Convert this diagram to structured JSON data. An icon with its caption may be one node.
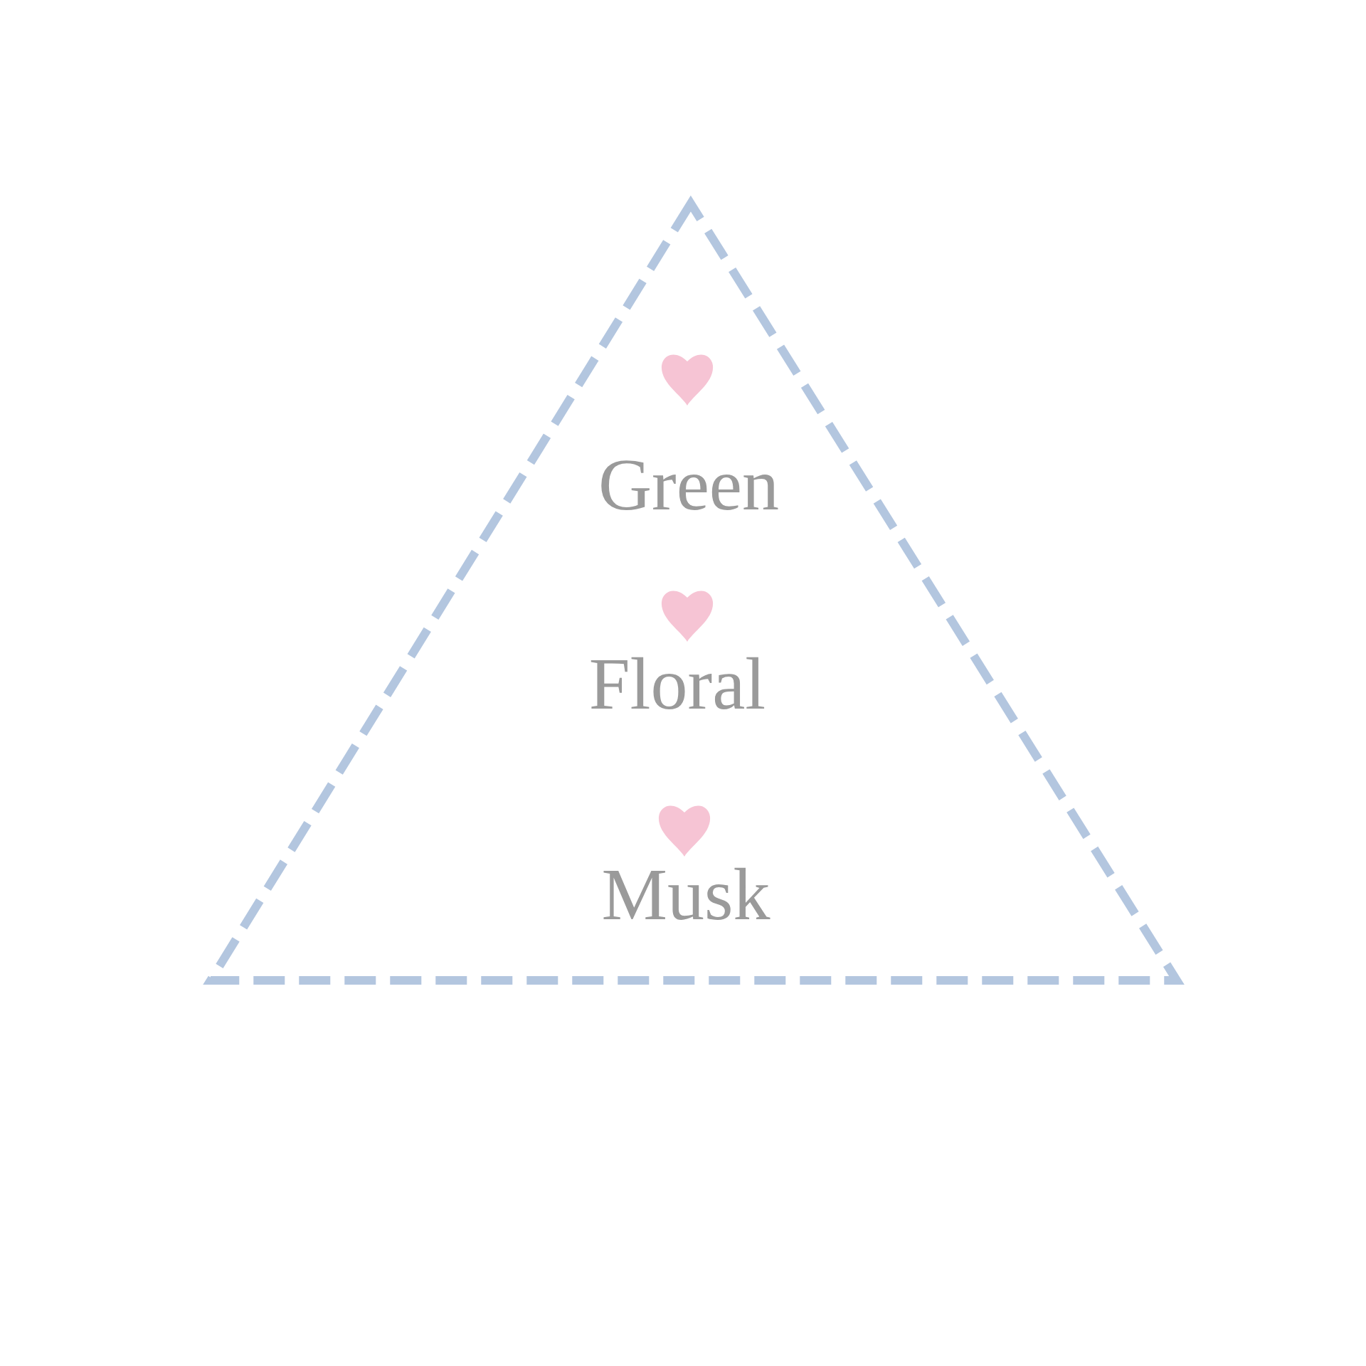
{
  "diagram": {
    "nodes": [
      {
        "text": [
          "Green",
          "Floral",
          "Musk"
        ]
      }
    ]
  }
}
